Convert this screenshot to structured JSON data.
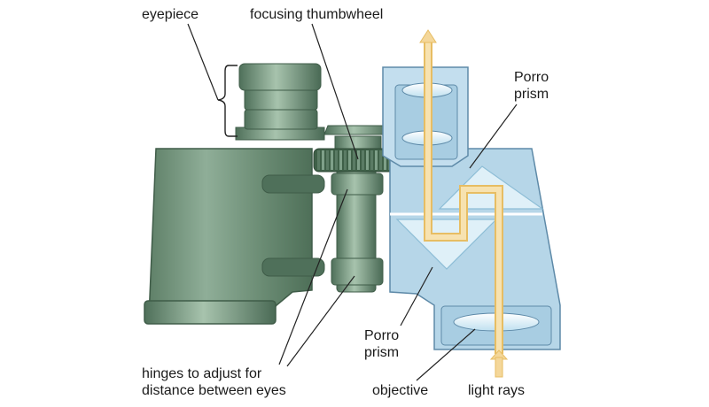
{
  "labels": {
    "eyepiece": "eyepiece",
    "focusing_thumbwheel": "focusing thumbwheel",
    "porro_prism_top": [
      "Porro",
      "prism"
    ],
    "porro_prism_bottom": [
      "Porro",
      "prism"
    ],
    "hinges": [
      "hinges to adjust for",
      "distance between eyes"
    ],
    "objective": "objective",
    "light_rays": "light rays"
  },
  "colors": {
    "body_dark": "#4d6e57",
    "body_mid": "#6e8f77",
    "body_light": "#9ab8a2",
    "cutaway_fill": "#b6d6e8",
    "cutaway_stroke": "#5e8aa8",
    "prism_fill": "#dff0f8",
    "light_ray": "#f4d79a",
    "light_ray_edge": "#e7bd63",
    "leader_line": "#222222"
  }
}
